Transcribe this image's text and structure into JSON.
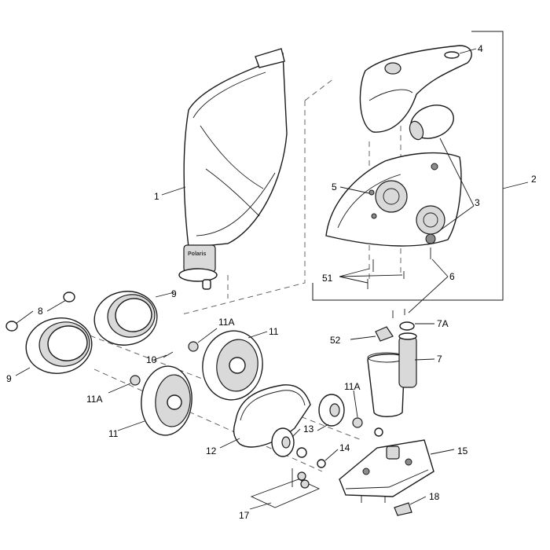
{
  "diagram": {
    "brand_mark": "Polaris",
    "callouts": {
      "c1": "1",
      "c2": "2",
      "c3": "3",
      "c4": "4",
      "c5": "5",
      "c6": "6",
      "c7": "7",
      "c7a": "7A",
      "c8": "8",
      "c9_top": "9",
      "c9_left": "9",
      "c10": "10",
      "c11_top": "11",
      "c11_bottom": "11",
      "c11a_top": "11A",
      "c11a_left": "11A",
      "c11a_right": "11A",
      "c12": "12",
      "c13": "13",
      "c14": "14",
      "c15": "15",
      "c17": "17",
      "c18": "18",
      "c51": "51",
      "c52": "52"
    }
  }
}
